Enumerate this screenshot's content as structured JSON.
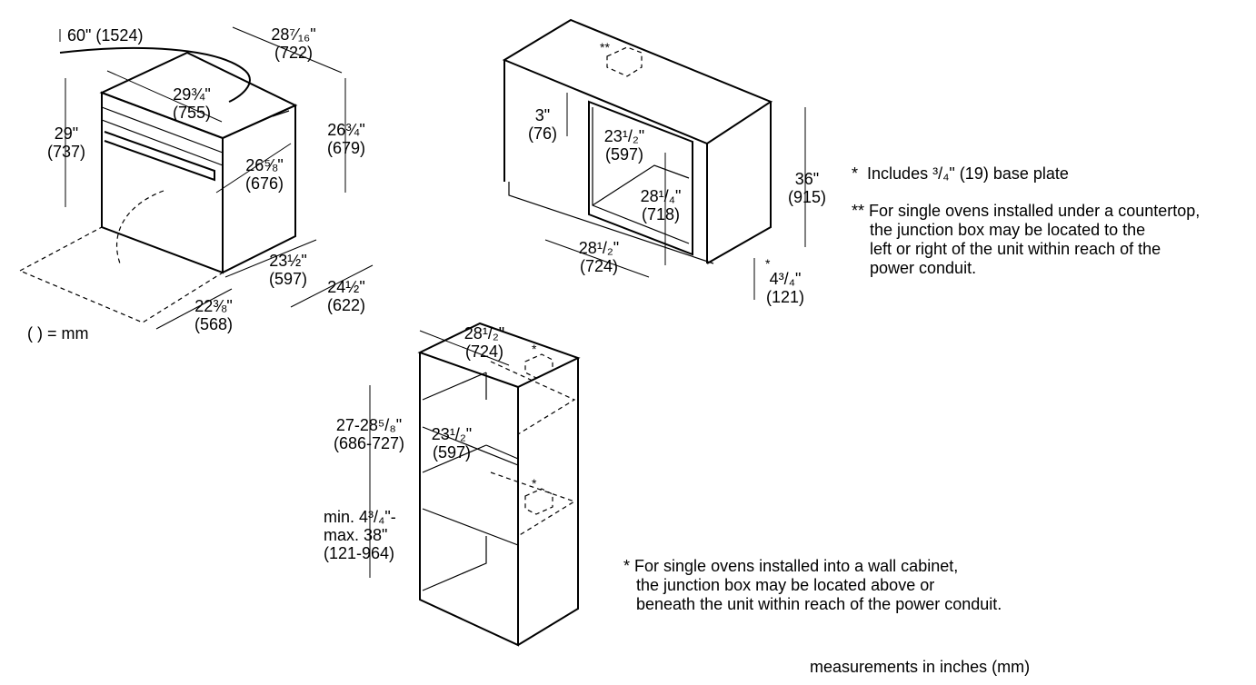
{
  "legend_mm": "( ) = mm",
  "footer": "measurements in inches (mm)",
  "oven": {
    "cord": "60\" (1524)",
    "depth_top_in": "28⁷⁄₁₆\"",
    "depth_top_mm": "(722)",
    "width_in": "29¾\"",
    "width_mm": "(755)",
    "height_in": "29\"",
    "height_mm": "(737)",
    "side_height_in": "26¾\"",
    "side_height_mm": "(679)",
    "inner_height_in": "26⅝\"",
    "inner_height_mm": "(676)",
    "body_width_in": "23½\"",
    "body_width_mm": "(597)",
    "body_depth_in": "24½\"",
    "body_depth_mm": "(622)",
    "door_in": "22⅜\"",
    "door_mm": "(568)"
  },
  "undercounter": {
    "junction_marker": "**",
    "gap_in": "3\"",
    "gap_mm": "(76)",
    "cut_width_in": "23¹/₂\"",
    "cut_width_mm": "(597)",
    "cut_height_in": "28¹/₄\"",
    "cut_height_mm": "(718)",
    "cut_depth_in": "28¹/₂\"",
    "cut_depth_mm": "(724)",
    "counter_height_in": "36\"",
    "counter_height_mm": "(915)",
    "base_marker": "*",
    "base_in": "4³/₄\"",
    "base_mm": "(121)"
  },
  "notes_undercounter": {
    "base_plate": "Includes ³/₄\" (19) base plate",
    "base_plate_marker": "*",
    "junction_marker": "**",
    "junction_line1": "For single ovens installed under a countertop,",
    "junction_line2": "the junction box may be located to the",
    "junction_line3": "left or right of the unit within reach of the",
    "junction_line4": "power conduit."
  },
  "wall": {
    "depth_in": "28¹/₂\"",
    "depth_mm": "(724)",
    "junction_marker_top": "*",
    "junction_marker_mid": "*",
    "height_in": "27-28⁵/₈\"",
    "height_mm": "(686-727)",
    "width_in": "23¹/₂\"",
    "width_mm": "(597)",
    "min_line1": "min. 4³/₄\"-",
    "min_line2": "max. 38\"",
    "min_line3": "(121-964)"
  },
  "notes_wall": {
    "marker": "*",
    "line1": "For single ovens installed into a wall cabinet,",
    "line2": "the junction box may be located above or",
    "line3": "beneath the unit within reach of the power conduit."
  }
}
